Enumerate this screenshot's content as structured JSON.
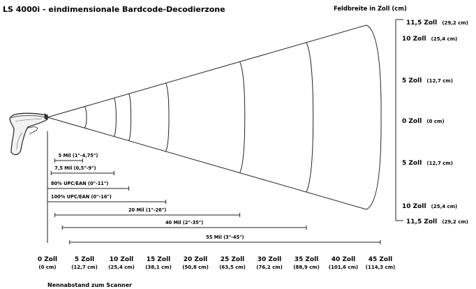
{
  "header": {
    "title": "LS 4000i - eindimensionale Bardcode-Decodierzone",
    "field_width_label": "Feldbreite in Zoll (cm)"
  },
  "right_scale": [
    {
      "main": "11,5 Zoll",
      "sub": "(29,2 cm)"
    },
    {
      "main": "10 Zoll",
      "sub": "(25,4 cm)"
    },
    {
      "main": "5 Zoll",
      "sub": "(12,7 cm)"
    },
    {
      "main": "0 Zoll",
      "sub": "(0 cm)"
    },
    {
      "main": "5 Zoll",
      "sub": "(12,7 cm)"
    },
    {
      "main": "10 Zoll",
      "sub": "(25,4 cm)"
    },
    {
      "main": "11,5 Zoll",
      "sub": "(29,2 cm)"
    }
  ],
  "x_axis": {
    "label": "Nennabstand zum Scanner",
    "ticks": [
      {
        "main": "0 Zoll",
        "sub": "(0 cm)"
      },
      {
        "main": "5 Zoll",
        "sub": "(12,7 cm)"
      },
      {
        "main": "10 Zoll",
        "sub": "(25,4 cm)"
      },
      {
        "main": "15 Zoll",
        "sub": "(38,1 cm)"
      },
      {
        "main": "20 Zoll",
        "sub": "(50,8 cm)"
      },
      {
        "main": "25 Zoll",
        "sub": "(63,5 cm)"
      },
      {
        "main": "30 Zoll",
        "sub": "(76,2 cm)"
      },
      {
        "main": "35 Zoll",
        "sub": "(88,9 cm)"
      },
      {
        "main": "40 Zoll",
        "sub": "(101,6 cm)"
      },
      {
        "main": "45 Zoll",
        "sub": "(114,3 cm)"
      }
    ]
  },
  "ranges": [
    {
      "label": "5 Mil (1\"-4,75\")",
      "start": 1,
      "end": 4.75
    },
    {
      "label": "7,5 Mil (0,5\"-9\")",
      "start": 0.5,
      "end": 9
    },
    {
      "label": "80% UPC/EAN (0\"-11\")",
      "start": 0,
      "end": 11
    },
    {
      "label": "100% UPC/EAN (0\"-16\")",
      "start": 0,
      "end": 16
    },
    {
      "label": "20 Mil (1\"-26\")",
      "start": 1,
      "end": 26
    },
    {
      "label": "40 Mil (2\"-35\")",
      "start": 2,
      "end": 35
    },
    {
      "label": "55 Mil (3\"-45\")",
      "start": 3,
      "end": 45
    }
  ],
  "zone_boundaries_in": [
    5,
    9,
    11,
    16,
    26,
    35,
    45
  ]
}
